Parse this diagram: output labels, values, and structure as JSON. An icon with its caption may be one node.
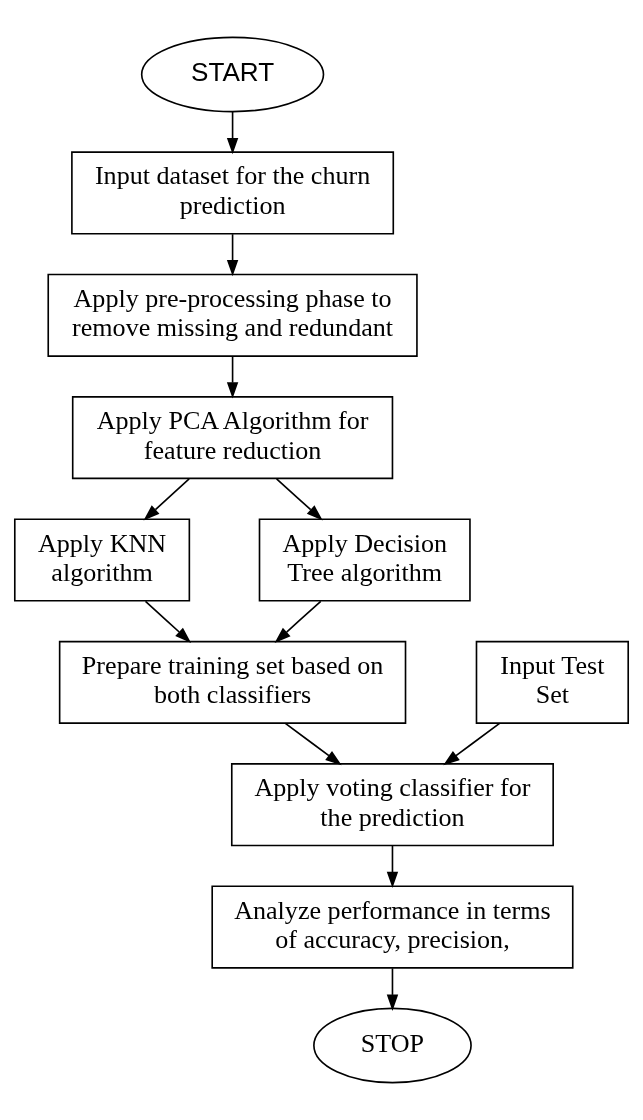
{
  "diagram": {
    "nodes": [
      {
        "text": [
          "START"
        ]
      },
      {
        "text": [
          "Input dataset for the churn prediction"
        ]
      },
      {
        "text": [
          "Apply pre-processing phase to remove missing and redundant"
        ]
      },
      {
        "text": [
          "Apply PCA Algorithm for feature reduction"
        ]
      },
      {
        "text": [
          "Apply KNN algorithm"
        ]
      },
      {
        "text": [
          "Apply Decision Tree algorithm"
        ]
      },
      {
        "text": [
          "Prepare training set based on both classifiers"
        ]
      },
      {
        "text": [
          "Apply voting classifier for the prediction"
        ]
      },
      {
        "text": [
          "Input Test Set"
        ]
      },
      {
        "text": [
          "Analyze performance in terms of accuracy, precision,"
        ]
      },
      {
        "text": [
          "STOP"
        ]
      }
    ],
    "edges": [
      {
        "from": 0,
        "to": 1,
        "arrow": "to"
      },
      {
        "from": 1,
        "to": 2,
        "arrow": "to"
      },
      {
        "from": 2,
        "to": 3,
        "arrow": "to"
      },
      {
        "from": 3,
        "to": 4,
        "arrow": "to"
      },
      {
        "from": 3,
        "to": 5,
        "arrow": "to"
      },
      {
        "from": 4,
        "to": 6,
        "arrow": "to"
      },
      {
        "from": 5,
        "to": 6,
        "arrow": "to"
      },
      {
        "from": 6,
        "to": 7,
        "arrow": "to"
      },
      {
        "from": 8,
        "to": 7,
        "arrow": "to"
      },
      {
        "from": 7,
        "to": 9,
        "arrow": "to"
      },
      {
        "from": 9,
        "to": 10,
        "arrow": "to"
      }
    ]
  }
}
